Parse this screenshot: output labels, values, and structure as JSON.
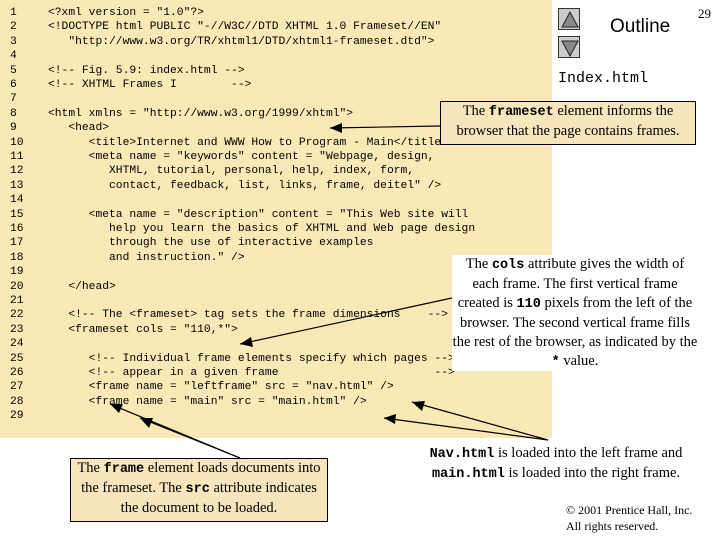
{
  "slide": {
    "title": "Outline",
    "page_number": "29",
    "filename": "Index.html",
    "copyright_line1": "© 2001 Prentice Hall, Inc.",
    "copyright_line2": "All rights reserved."
  },
  "nav": {
    "prev_icon": "triangle-up-icon",
    "next_icon": "triangle-down-icon"
  },
  "code_lines": [
    {
      "n": "1",
      "text": "<?xml version = \"1.0\"?>"
    },
    {
      "n": "2",
      "text": "<!DOCTYPE html PUBLIC \"-//W3C//DTD XHTML 1.0 Frameset//EN\""
    },
    {
      "n": "3",
      "text": "   \"http://www.w3.org/TR/xhtml1/DTD/xhtml1-frameset.dtd\">"
    },
    {
      "n": "4",
      "text": ""
    },
    {
      "n": "5",
      "text": "<!-- Fig. 5.9: index.html -->"
    },
    {
      "n": "6",
      "text": "<!-- XHTML Frames I        -->"
    },
    {
      "n": "7",
      "text": ""
    },
    {
      "n": "8",
      "text": "<html xmlns = \"http://www.w3.org/1999/xhtml\">"
    },
    {
      "n": "9",
      "text": "   <head>"
    },
    {
      "n": "10",
      "text": "      <title>Internet and WWW How to Program - Main</title>"
    },
    {
      "n": "11",
      "text": "      <meta name = \"keywords\" content = \"Webpage, design,"
    },
    {
      "n": "12",
      "text": "         XHTML, tutorial, personal, help, index, form,"
    },
    {
      "n": "13",
      "text": "         contact, feedback, list, links, frame, deitel\" />"
    },
    {
      "n": "14",
      "text": ""
    },
    {
      "n": "15",
      "text": "      <meta name = \"description\" content = \"This Web site will"
    },
    {
      "n": "16",
      "text": "         help you learn the basics of XHTML and Web page design"
    },
    {
      "n": "17",
      "text": "         through the use of interactive examples"
    },
    {
      "n": "18",
      "text": "         and instruction.\" />"
    },
    {
      "n": "19",
      "text": ""
    },
    {
      "n": "20",
      "text": "   </head>"
    },
    {
      "n": "21",
      "text": ""
    },
    {
      "n": "22",
      "text": "   <!-- The <frameset> tag sets the frame dimensions    -->"
    },
    {
      "n": "23",
      "text": "   <frameset cols = \"110,*\">"
    },
    {
      "n": "24",
      "text": ""
    },
    {
      "n": "25",
      "text": "      <!-- Individual frame elements specify which pages -->"
    },
    {
      "n": "26",
      "text": "      <!-- appear in a given frame                       -->"
    },
    {
      "n": "27",
      "text": "      <frame name = \"leftframe\" src = \"nav.html\" />"
    },
    {
      "n": "28",
      "text": "      <frame name = \"main\" src = \"main.html\" />"
    },
    {
      "n": "29",
      "text": ""
    }
  ],
  "callouts": {
    "frameset": {
      "pre": "The ",
      "term": "frameset",
      "post": " element informs the browser that the page contains frames."
    },
    "cols": {
      "pre": "The ",
      "term": "cols",
      "post": " attribute gives the width of each frame. The first vertical frame created is ",
      "num": "110",
      "post2": " pixels from the left of the browser. The second vertical frame fills the rest of the browser, as indicated by the ",
      "star": "*",
      "post3": " value."
    },
    "frame": {
      "pre": "The ",
      "term": "frame",
      "mid": " element loads documents into the frameset. The ",
      "term2": "src",
      "post": " attribute indicates the document to be loaded."
    },
    "nav": {
      "term": "Nav.html",
      "mid": " is loaded into the left frame and ",
      "term2": "main.html",
      "post": " is loaded into the right frame."
    }
  }
}
